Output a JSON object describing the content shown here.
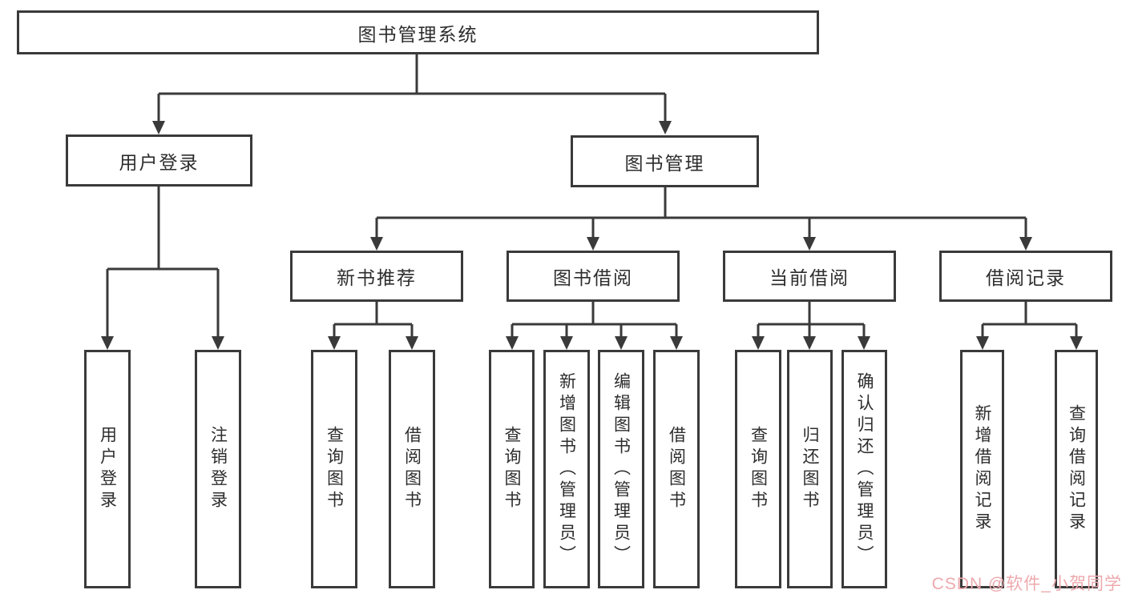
{
  "diagram": {
    "title": "图书管理系统",
    "nodes": {
      "root": "图书管理系统",
      "user_login": "用户登录",
      "book_mgmt": "图书管理",
      "new_book": "新书推荐",
      "book_borrow": "图书借阅",
      "current_borrow": "当前借阅",
      "borrow_record": "借阅记录",
      "leaf_user_login": "用户登录",
      "leaf_logout": "注销登录",
      "leaf_nb_query": "查询图书",
      "leaf_nb_borrow": "借阅图书",
      "leaf_bb_query": "查询图书",
      "leaf_bb_add": "新增图书（管理员）",
      "leaf_bb_edit": "编辑图书（管理员）",
      "leaf_bb_borrow": "借阅图书",
      "leaf_cb_query": "查询图书",
      "leaf_cb_return": "归还图书",
      "leaf_cb_confirm": "确认归还（管理员）",
      "leaf_br_add": "新增借阅记录",
      "leaf_br_query": "查询借阅记录"
    },
    "colors": {
      "line": "#3a3a3a",
      "text": "#2d2d2d",
      "watermark": "#eda9ad"
    }
  },
  "watermark": {
    "text": "CSDN @软件_小贺同学"
  }
}
